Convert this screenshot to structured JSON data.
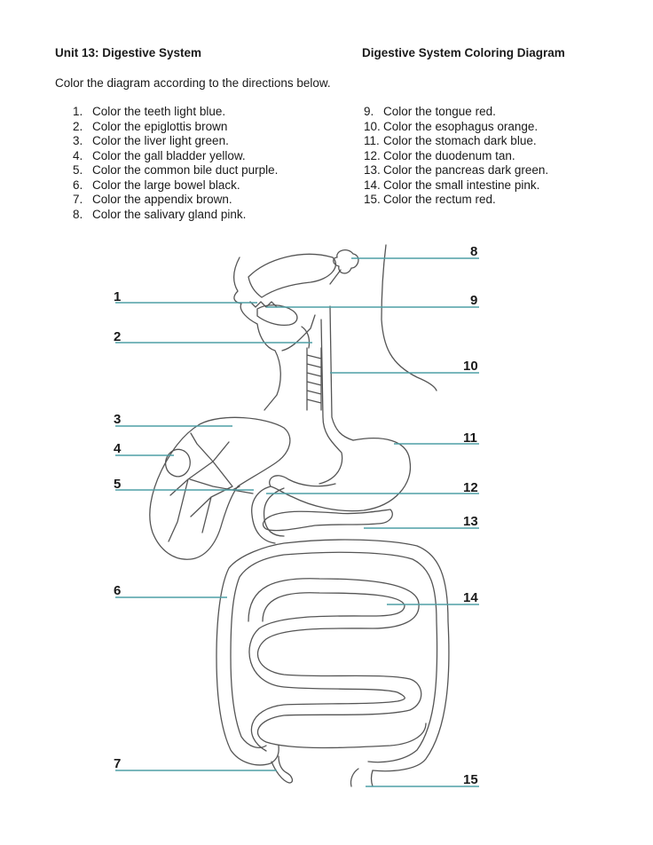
{
  "header": {
    "left_title": "Unit 13: Digestive System",
    "right_title": "Digestive System Coloring Diagram"
  },
  "directions": "Color the diagram according to the directions below.",
  "instructions_left": [
    {
      "num": "1.",
      "text": "Color the teeth light blue."
    },
    {
      "num": "2.",
      "text": "Color the epiglottis brown"
    },
    {
      "num": "3.",
      "text": "Color the liver light green."
    },
    {
      "num": "4.",
      "text": "Color the gall bladder yellow."
    },
    {
      "num": "5.",
      "text": "Color the common bile duct purple."
    },
    {
      "num": "6.",
      "text": "Color the large bowel black."
    },
    {
      "num": "7.",
      "text": "Color the appendix brown."
    },
    {
      "num": "8.",
      "text": "Color the salivary gland pink."
    }
  ],
  "instructions_right": [
    {
      "num": "9.",
      "text": "Color the tongue red."
    },
    {
      "num": "10.",
      "text": "Color the esophagus orange."
    },
    {
      "num": "11.",
      "text": "Color the stomach dark blue."
    },
    {
      "num": "12.",
      "text": "Color the duodenum tan."
    },
    {
      "num": "13.",
      "text": "Color the pancreas dark green."
    },
    {
      "num": "14.",
      "text": "Color the small intestine pink."
    },
    {
      "num": "15.",
      "text": "Color the rectum red."
    }
  ],
  "labels": {
    "l1": "1",
    "l2": "2",
    "l3": "3",
    "l4": "4",
    "l5": "5",
    "l6": "6",
    "l7": "7",
    "l8": "8",
    "l9": "9",
    "l10": "10",
    "l11": "11",
    "l12": "12",
    "l13": "13",
    "l14": "14",
    "l15": "15"
  },
  "colors": {
    "leader_line": "#4f9fa5",
    "outline": "#555555"
  }
}
